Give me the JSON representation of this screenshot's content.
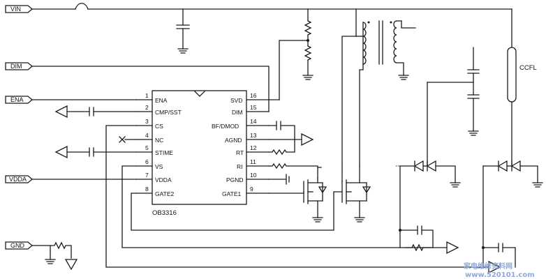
{
  "ports": {
    "vin": "VIN",
    "dim": "DIM",
    "ena": "ENA",
    "vdda": "VDDA",
    "gnd": "GND"
  },
  "ic": {
    "name": "OB3316",
    "left_pins": [
      {
        "num": "1",
        "label": "ENA"
      },
      {
        "num": "2",
        "label": "CMP/SST"
      },
      {
        "num": "3",
        "label": "CS"
      },
      {
        "num": "4",
        "label": "NC"
      },
      {
        "num": "5",
        "label": "STIME"
      },
      {
        "num": "6",
        "label": "VS"
      },
      {
        "num": "7",
        "label": "VDDA"
      },
      {
        "num": "8",
        "label": "GATE2"
      }
    ],
    "right_pins": [
      {
        "num": "16",
        "label": "SVD"
      },
      {
        "num": "15",
        "label": "DIM"
      },
      {
        "num": "14",
        "label": "BF/DMOD"
      },
      {
        "num": "13",
        "label": "AGND"
      },
      {
        "num": "12",
        "label": "RT"
      },
      {
        "num": "11",
        "label": "RI"
      },
      {
        "num": "10",
        "label": "PGND"
      },
      {
        "num": "9",
        "label": "GATE1"
      }
    ]
  },
  "lamp_label": "CCFL",
  "watermark": {
    "line1": "家电维修资料网",
    "line2": "www.520101.com"
  }
}
